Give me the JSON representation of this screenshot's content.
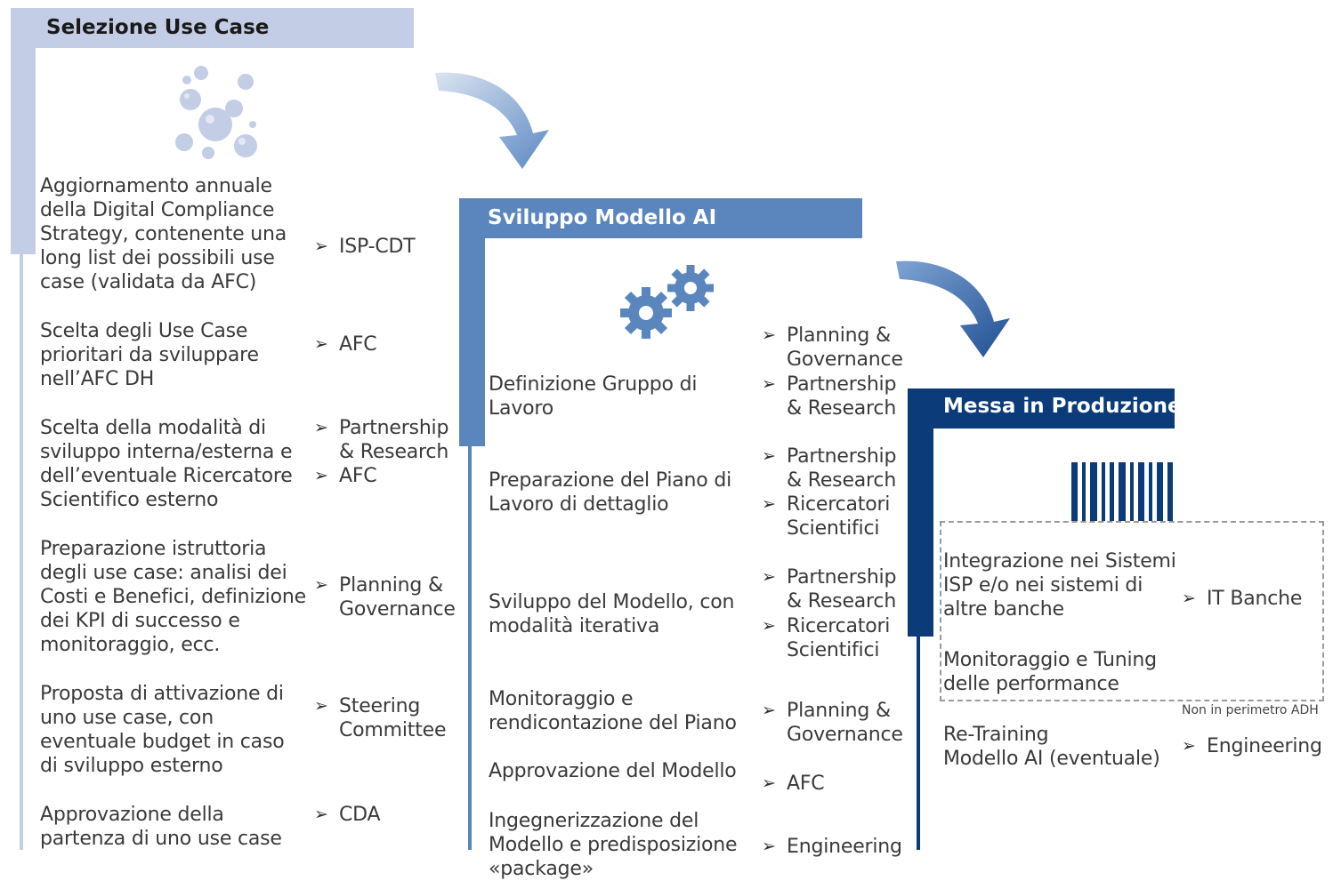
{
  "colors": {
    "phase1": "#c4cde6",
    "phase2": "#5b86bd",
    "phase3": "#0b3b78",
    "arrow": "#6e94c6"
  },
  "phase1": {
    "title": "Selezione Use Case",
    "icon": "bubbles-icon",
    "steps": [
      {
        "text": "Aggiornamento annuale\ndella Digital Compliance\nStrategy, contenente una\nlong list dei possibili use\ncase (validata da AFC)",
        "roles": [
          "ISP-CDT"
        ]
      },
      {
        "text": "Scelta degli Use Case\nprioritari da sviluppare\nnell’AFC DH",
        "roles": [
          "AFC"
        ]
      },
      {
        "text": "Scelta della modalità di\nsviluppo interna/esterna e\ndell’eventuale Ricercatore\nScientifico esterno",
        "roles": [
          "Partnership\n& Research",
          "AFC"
        ]
      },
      {
        "text": "Preparazione istruttoria\ndegli use case: analisi dei\nCosti e Benefici, definizione\ndei KPI di successo e\nmonitoraggio, ecc.",
        "roles": [
          "Planning &\nGovernance"
        ]
      },
      {
        "text": "Proposta di attivazione di\nuno use case, con\neventuale budget in caso\ndi sviluppo esterno",
        "roles": [
          "Steering\nCommittee"
        ]
      },
      {
        "text": "Approvazione della\npartenza di uno use case",
        "roles": [
          "CDA"
        ]
      }
    ]
  },
  "phase2": {
    "title": "Sviluppo Modello AI",
    "icon": "gears-icon",
    "steps": [
      {
        "text": "Definizione  Gruppo di\nLavoro",
        "roles": [
          "Planning &\nGovernance",
          "Partnership\n& Research"
        ]
      },
      {
        "text": "Preparazione del Piano di\nLavoro di dettaglio",
        "roles": [
          "Partnership\n& Research",
          "Ricercatori\nScientifici"
        ]
      },
      {
        "text": "Sviluppo del Modello, con\nmodalità iterativa",
        "roles": [
          "Partnership\n& Research",
          "Ricercatori\nScientifici"
        ]
      },
      {
        "text": "Monitoraggio e\nrendicontazione del Piano",
        "roles": [
          "Planning &\nGovernance"
        ]
      },
      {
        "text": "Approvazione del Modello",
        "roles": [
          "AFC"
        ]
      },
      {
        "text": "Ingegnerizzazione del\nModello e predisposizione\n«package»",
        "roles": [
          "Engineering"
        ]
      }
    ]
  },
  "phase3": {
    "title": "Messa in Produzione",
    "icon": "barcode-icon",
    "steps": [
      {
        "text": "Integrazione nei Sistemi\nISP e/o nei sistemi di\naltre banche",
        "roles": [
          "IT Banche"
        ]
      },
      {
        "text": "Monitoraggio e Tuning\ndelle performance",
        "roles": []
      },
      {
        "text": "Re-Training\nModello AI (eventuale)",
        "roles": [
          "Engineering"
        ]
      }
    ],
    "note": "Non in perimetro ADH"
  }
}
